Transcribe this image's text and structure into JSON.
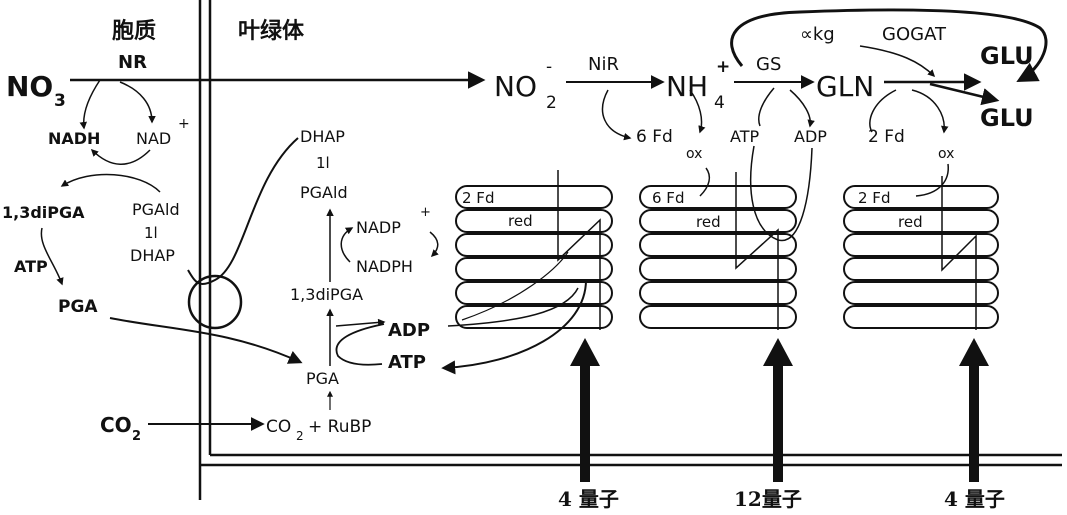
{
  "compartments": {
    "cytoplasm": "胞质",
    "chloroplast": "叶绿体"
  },
  "cytoplasm": {
    "no3_main": "NO",
    "no3_sub": "3",
    "nr": "NR",
    "nadh": "NADH",
    "nad": "NAD",
    "nad_sup": "+",
    "diPGA": "1,3diPGA",
    "pgald": "PGAld",
    "pgald_eq": "1l",
    "dhap": "DHAP",
    "atp": "ATP",
    "pga": "PGA",
    "co2_main": "CO",
    "co2_sub": "2"
  },
  "chloroplast": {
    "dhap": "DHAP",
    "dhap_eq": "1l",
    "pgald": "PGAld",
    "nadp": "NADP",
    "nadp_sup": "+",
    "nadph": "NADPH",
    "diPGA": "1,3diPGA",
    "adp": "ADP",
    "atp": "ATP",
    "pga": "PGA",
    "co2_main": "CO",
    "co2_sub": "2",
    "rubp": "+ RuBP"
  },
  "nitrogen": {
    "no2_main": "NO",
    "no2_sub": "2",
    "no2_sup": "-",
    "nir": "NiR",
    "nh4_main": "NH",
    "nh4_sub": "4",
    "nh4_sup": "+",
    "gs": "GS",
    "gln": "GLN",
    "akg": "∝kg",
    "gogat": "GOGAT",
    "glu": "GLU",
    "fd6_main": "6 Fd",
    "fd6_sub": "ox",
    "atp": "ATP",
    "adp": "ADP",
    "fd2_main": "2 Fd",
    "fd2_sub": "ox"
  },
  "thylakoids": [
    {
      "fd": "2 Fd",
      "red": "red",
      "quanta": "4 量子"
    },
    {
      "fd": "6 Fd",
      "red": "red",
      "quanta": "12量子"
    },
    {
      "fd": "2 Fd",
      "red": "red",
      "quanta": "4 量子"
    }
  ]
}
